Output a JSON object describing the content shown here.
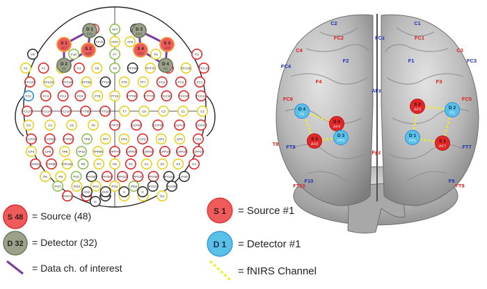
{
  "colors": {
    "source": "#ef5b5b",
    "source_ring": "#e02828",
    "detector": "#9aa38a",
    "detector_ring": "#6e7a5e",
    "data_channel": "#7a3aa0",
    "ring_red": "#e02828",
    "ring_yellow": "#e6d21e",
    "ring_green": "#8cc050",
    "ring_blue": "#2a8ad8",
    "ring_black": "#333333",
    "fnirs_channel": "#f4ea18",
    "detector_blue": "#59c1e8",
    "brain_label_red": "#d62020",
    "brain_label_blue": "#2030b8",
    "brain_surface": "#b7b7b7"
  },
  "head": {
    "optodes": [
      {
        "id": "d1",
        "type": "detector",
        "label": "D 1",
        "sub": "FPz"
      },
      {
        "id": "d3",
        "type": "detector",
        "label": "D 3",
        "sub": "FP2"
      },
      {
        "id": "s1",
        "type": "source",
        "label": "S 1",
        "sub": "AF7"
      },
      {
        "id": "s2",
        "type": "source",
        "label": "S 2",
        "sub": "AF3"
      },
      {
        "id": "s4",
        "type": "source",
        "label": "S 4",
        "sub": "AF4"
      },
      {
        "id": "s3",
        "type": "source",
        "label": "S 3",
        "sub": "AF8"
      },
      {
        "id": "d2",
        "type": "detector",
        "label": "D 2",
        "sub": "F5"
      },
      {
        "id": "d4",
        "type": "detector",
        "label": "D 4",
        "sub": "F6"
      }
    ],
    "electrodes": [
      {
        "label": "FP2",
        "ring": "red"
      },
      {
        "label": "AF7",
        "ring": "green"
      },
      {
        "label": "AFz",
        "ring": "black"
      },
      {
        "label": "AF7h",
        "ring": "black"
      },
      {
        "label": "AFFz",
        "ring": "yellow"
      },
      {
        "label": "AF5",
        "ring": "yellow"
      },
      {
        "label": "F9",
        "ring": "black"
      },
      {
        "label": "F10",
        "ring": "green"
      },
      {
        "label": "F7",
        "ring": "green"
      },
      {
        "label": "F5",
        "ring": "yellow"
      },
      {
        "label": "F3",
        "ring": "red"
      },
      {
        "label": "F1",
        "ring": "yellow"
      },
      {
        "label": "Fz",
        "ring": "red"
      },
      {
        "label": "F2",
        "ring": "yellow"
      },
      {
        "label": "F4",
        "ring": "red"
      },
      {
        "label": "F6",
        "ring": "yellow"
      },
      {
        "label": "F8",
        "ring": "green"
      },
      {
        "label": "FFT9h",
        "ring": "black"
      },
      {
        "label": "FFT7h",
        "ring": "yellow"
      },
      {
        "label": "FFC5h",
        "ring": "red"
      },
      {
        "label": "FFC3h",
        "ring": "yellow"
      },
      {
        "label": "FFC1h",
        "ring": "red"
      },
      {
        "label": "FFC2h",
        "ring": "red"
      },
      {
        "label": "FFC4h",
        "ring": "yellow"
      },
      {
        "label": "FFC6h",
        "ring": "red"
      },
      {
        "label": "FFT8h",
        "ring": "yellow"
      },
      {
        "label": "FFT10h",
        "ring": "black"
      },
      {
        "label": "FT9",
        "ring": "yellow"
      },
      {
        "label": "FT7",
        "ring": "yellow"
      },
      {
        "label": "FC5",
        "ring": "red"
      },
      {
        "label": "FC3",
        "ring": "red"
      },
      {
        "label": "FC1",
        "ring": "red"
      },
      {
        "label": "FCz",
        "ring": "blue"
      },
      {
        "label": "FC2",
        "ring": "red"
      },
      {
        "label": "FC4",
        "ring": "red"
      },
      {
        "label": "FC6",
        "ring": "red"
      },
      {
        "label": "FT8",
        "ring": "yellow"
      },
      {
        "label": "FT10",
        "ring": "yellow"
      },
      {
        "label": "FTT9h",
        "ring": "red"
      },
      {
        "label": "FTT7h",
        "ring": "red"
      },
      {
        "label": "FCC5h",
        "ring": "red"
      },
      {
        "label": "FCC3h",
        "ring": "red"
      },
      {
        "label": "FCC1h",
        "ring": "red"
      },
      {
        "label": "FCC2h",
        "ring": "red"
      },
      {
        "label": "FCC4h",
        "ring": "red"
      },
      {
        "label": "FCC6h",
        "ring": "red"
      },
      {
        "label": "FTT8h",
        "ring": "red"
      },
      {
        "label": "FTT10h",
        "ring": "red"
      },
      {
        "label": "T7",
        "ring": "yellow"
      },
      {
        "label": "C5",
        "ring": "yellow"
      },
      {
        "label": "C3",
        "ring": "yellow"
      },
      {
        "label": "C1",
        "ring": "yellow"
      },
      {
        "label": "Cz",
        "ring": "yellow"
      },
      {
        "label": "C2",
        "ring": "yellow"
      },
      {
        "label": "C4",
        "ring": "yellow"
      },
      {
        "label": "C6",
        "ring": "yellow"
      },
      {
        "label": "T8",
        "ring": "yellow"
      },
      {
        "label": "TTP7h",
        "ring": "red"
      },
      {
        "label": "CCP5h",
        "ring": "red"
      },
      {
        "label": "CCP3h",
        "ring": "red"
      },
      {
        "label": "CCP1h",
        "ring": "red"
      },
      {
        "label": "CCP2h",
        "ring": "red"
      },
      {
        "label": "CCP4h",
        "ring": "red"
      },
      {
        "label": "CCP6h",
        "ring": "red"
      },
      {
        "label": "TTP8h",
        "ring": "red"
      },
      {
        "label": "TP9",
        "ring": "green"
      },
      {
        "label": "TP7",
        "ring": "yellow"
      },
      {
        "label": "CP5",
        "ring": "yellow"
      },
      {
        "label": "CP3",
        "ring": "red"
      },
      {
        "label": "CP1",
        "ring": "yellow"
      },
      {
        "label": "CPz",
        "ring": "yellow"
      },
      {
        "label": "CP2",
        "ring": "red"
      },
      {
        "label": "CP4",
        "ring": "yellow"
      },
      {
        "label": "CP6",
        "ring": "red"
      },
      {
        "label": "TP8",
        "ring": "yellow"
      },
      {
        "label": "TP10",
        "ring": "green"
      },
      {
        "label": "TPP9h",
        "ring": "yellow"
      },
      {
        "label": "TPP7h",
        "ring": "red"
      },
      {
        "label": "CPP5h",
        "ring": "red"
      },
      {
        "label": "CPP3h",
        "ring": "red"
      },
      {
        "label": "CPP1h",
        "ring": "red"
      },
      {
        "label": "CPP2h",
        "ring": "red"
      },
      {
        "label": "CPP4h",
        "ring": "red"
      },
      {
        "label": "CPP6h",
        "ring": "red"
      },
      {
        "label": "TPP8h",
        "ring": "red"
      },
      {
        "label": "TPP10h",
        "ring": "yellow"
      },
      {
        "label": "P9",
        "ring": "green"
      },
      {
        "label": "P7",
        "ring": "yellow"
      },
      {
        "label": "P5",
        "ring": "yellow"
      },
      {
        "label": "P3",
        "ring": "red"
      },
      {
        "label": "P1",
        "ring": "yellow"
      },
      {
        "label": "Pz",
        "ring": "yellow"
      },
      {
        "label": "P2",
        "ring": "yellow"
      },
      {
        "label": "P4",
        "ring": "red"
      },
      {
        "label": "P6",
        "ring": "yellow"
      },
      {
        "label": "P8",
        "ring": "yellow"
      },
      {
        "label": "P10",
        "ring": "green"
      },
      {
        "label": "PPO9h",
        "ring": "black"
      },
      {
        "label": "PPO5h",
        "ring": "red"
      },
      {
        "label": "PPO1h",
        "ring": "red"
      },
      {
        "label": "PPO2h",
        "ring": "red"
      },
      {
        "label": "PPO6h",
        "ring": "red"
      },
      {
        "label": "PPO10h",
        "ring": "black"
      },
      {
        "label": "PO9",
        "ring": "black"
      },
      {
        "label": "PO7",
        "ring": "green"
      },
      {
        "label": "PO3",
        "ring": "yellow"
      },
      {
        "label": "POz",
        "ring": "yellow"
      },
      {
        "label": "PO4",
        "ring": "yellow"
      },
      {
        "label": "PO8",
        "ring": "green"
      },
      {
        "label": "PO10",
        "ring": "black"
      },
      {
        "label": "POO9h",
        "ring": "black"
      },
      {
        "label": "POO1",
        "ring": "red"
      },
      {
        "label": "POO2",
        "ring": "red"
      },
      {
        "label": "POO10h",
        "ring": "black"
      },
      {
        "label": "O1",
        "ring": "yellow"
      },
      {
        "label": "Oz",
        "ring": "yellow"
      },
      {
        "label": "O2",
        "ring": "yellow"
      },
      {
        "label": "OI1h",
        "ring": "black"
      },
      {
        "label": "OI2h",
        "ring": "black"
      },
      {
        "label": "I1",
        "ring": "black"
      },
      {
        "label": "Iz",
        "ring": "black"
      },
      {
        "label": "I2",
        "ring": "black"
      }
    ]
  },
  "brain": {
    "labels": [
      {
        "text": "C2",
        "color": "blue"
      },
      {
        "text": "C1",
        "color": "blue"
      },
      {
        "text": "FC2",
        "color": "red"
      },
      {
        "text": "FC1",
        "color": "red"
      },
      {
        "text": "FCz",
        "color": "blue"
      },
      {
        "text": "C4",
        "color": "red"
      },
      {
        "text": "C3",
        "color": "red"
      },
      {
        "text": "FC4",
        "color": "blue"
      },
      {
        "text": "F2",
        "color": "blue"
      },
      {
        "text": "F1",
        "color": "blue"
      },
      {
        "text": "FC3",
        "color": "blue"
      },
      {
        "text": "F4",
        "color": "red"
      },
      {
        "text": "F3",
        "color": "red"
      },
      {
        "text": "AFz",
        "color": "blue"
      },
      {
        "text": "FC6",
        "color": "red"
      },
      {
        "text": "FC5",
        "color": "red"
      },
      {
        "text": "T8",
        "color": "red"
      },
      {
        "text": "FT8",
        "color": "blue"
      },
      {
        "text": "FT7",
        "color": "blue"
      },
      {
        "text": "F10",
        "color": "blue"
      },
      {
        "text": "F9",
        "color": "blue"
      },
      {
        "text": "FT10",
        "color": "red"
      },
      {
        "text": "FT9",
        "color": "red"
      },
      {
        "text": "Fpz",
        "color": "red"
      }
    ],
    "optodes": [
      {
        "id": "s4",
        "type": "source",
        "label": "S 4",
        "sub": "AF4"
      },
      {
        "id": "d4",
        "type": "detector",
        "label": "D 4",
        "sub": "F6"
      },
      {
        "id": "s3",
        "type": "source",
        "label": "S 3",
        "sub": "AF8"
      },
      {
        "id": "d3",
        "type": "detector",
        "label": "D 3",
        "sub": "FP2"
      },
      {
        "id": "s2",
        "type": "source",
        "label": "S 2",
        "sub": "AF3"
      },
      {
        "id": "d2",
        "type": "detector",
        "label": "D 2",
        "sub": "F5"
      },
      {
        "id": "d1",
        "type": "detector",
        "label": "D 1",
        "sub": "FPz"
      },
      {
        "id": "s1",
        "type": "source",
        "label": "S 1",
        "sub": "AF7"
      }
    ]
  },
  "legend": {
    "source_marker": "S 48",
    "source_text": "= Source (48)",
    "detector_marker": "D 32",
    "detector_text": "= Detector (32)",
    "channel_text": "= Data ch. of interest",
    "source1_marker": "S 1",
    "source1_text": "= Source #1",
    "detector1_marker": "D 1",
    "detector1_text": "= Detector #1",
    "fnirs_text": "= fNIRS Channel"
  }
}
